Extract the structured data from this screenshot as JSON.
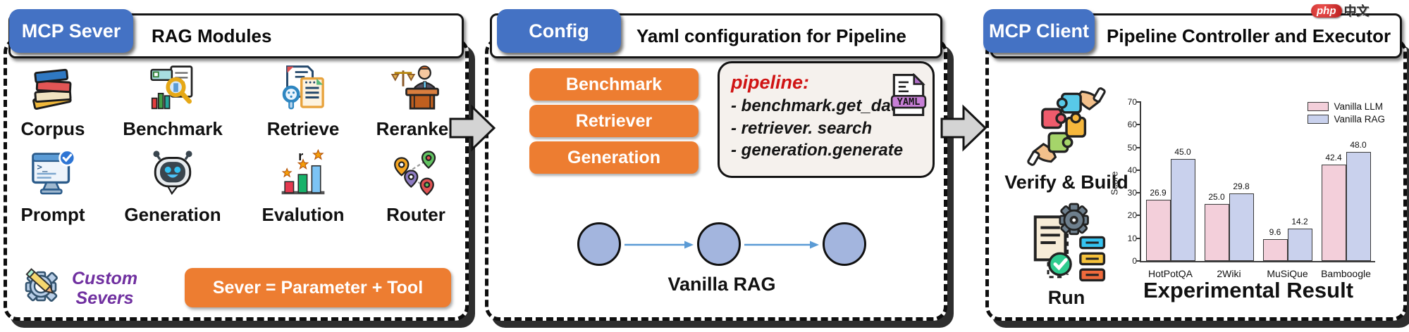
{
  "panels": {
    "server": {
      "tab": "MCP Sever",
      "title": "RAG Modules",
      "modules": [
        {
          "label": "Corpus",
          "icon": "books-icon"
        },
        {
          "label": "Benchmark",
          "icon": "benchmark-chart-icon"
        },
        {
          "label": "Retrieve",
          "icon": "retrieve-doc-search-icon"
        },
        {
          "label": "Reranker",
          "icon": "reranker-judge-icon"
        },
        {
          "label": "Prompt",
          "icon": "prompt-terminal-icon"
        },
        {
          "label": "Generation",
          "icon": "generation-robot-icon"
        },
        {
          "label": "Evalution",
          "icon": "evaluation-bars-icon"
        },
        {
          "label": "Router",
          "icon": "router-pins-icon"
        }
      ],
      "evaluation_glyph": "r",
      "custom_line1": "Custom",
      "custom_line2": "Severs",
      "formula_button": "Sever = Parameter + Tool"
    },
    "config": {
      "tab": "Config",
      "title": "Yaml configuration for Pipeline",
      "buttons": [
        "Benchmark",
        "Retriever",
        "Generation"
      ],
      "yaml": {
        "heading": "pipeline:",
        "lines": [
          "- benchmark.get_data",
          "- retriever. search",
          "- generation.generate"
        ],
        "file_badge": "YAML"
      },
      "flow_caption": "Vanilla RAG"
    },
    "client": {
      "tab": "MCP Client",
      "title": "Pipeline Controller and Executor",
      "steps": [
        {
          "label": "Verify & Build",
          "icon": "puzzle-hands-icon"
        },
        {
          "label": "Run",
          "icon": "run-doc-gear-icon"
        }
      ],
      "chart_caption": "Experimental Result"
    }
  },
  "watermark": {
    "brand": "php",
    "suffix": "中文"
  },
  "colors": {
    "tab_blue": "#4472c4",
    "button_orange": "#ed7d31",
    "custom_purple": "#7030a0",
    "code_red": "#d01414",
    "circle_fill": "#a3b5de",
    "flow_arrow_blue": "#5b9bd5",
    "big_arrow_gray": "#d4d4d4",
    "bar_pink": "#f3cfda",
    "bar_lavender": "#c9d1ed"
  },
  "chart_data": {
    "type": "bar",
    "categories": [
      "HotPotQA",
      "2Wiki",
      "MuSiQue",
      "Bamboogle"
    ],
    "series": [
      {
        "name": "Vanilla LLM",
        "values": [
          26.9,
          25.0,
          9.6,
          42.4
        ],
        "color": "#f3cfda"
      },
      {
        "name": "Vanilla RAG",
        "values": [
          45.0,
          29.8,
          14.2,
          48.0
        ],
        "color": "#c9d1ed"
      }
    ],
    "title": "Experimental Result",
    "xlabel": "",
    "ylabel": "Score",
    "ylim": [
      0,
      70
    ],
    "yticks": [
      0,
      10,
      20,
      30,
      40,
      50,
      60,
      70
    ],
    "grid": false,
    "legend_position": "upper right"
  }
}
